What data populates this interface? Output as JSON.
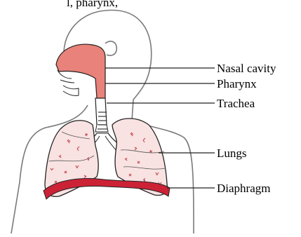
{
  "caption_fragment": "l, pharynx,",
  "labels": {
    "nasal_cavity": "Nasal cavity",
    "pharynx": "Pharynx",
    "trachea": "Trachea",
    "lungs": "Lungs",
    "diaphragm": "Diaphragm"
  },
  "colors": {
    "nasal_fill": "#e9827a",
    "lung_fill": "#f9e2e2",
    "lung_speckle": "#c2454f",
    "diaphragm": "#cc2236",
    "outline": "#222222",
    "body_outline": "#7a7a7a"
  }
}
